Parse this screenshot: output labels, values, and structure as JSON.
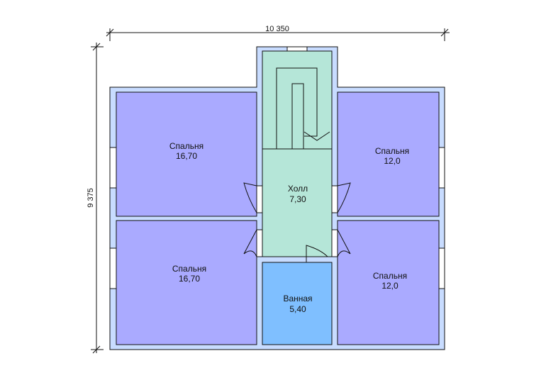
{
  "dimensions": {
    "width_label": "10 350",
    "height_label": "9 375"
  },
  "rooms": [
    {
      "id": "bedroom-top-left",
      "name": "Спальня",
      "area": "16,70",
      "color": "#aaaaff"
    },
    {
      "id": "bedroom-bottom-left",
      "name": "Спальня",
      "area": "16,70",
      "color": "#aaaaff"
    },
    {
      "id": "bedroom-top-right",
      "name": "Спальня",
      "area": "12,0",
      "color": "#aaaaff"
    },
    {
      "id": "bedroom-bottom-right",
      "name": "Спальня",
      "area": "12,0",
      "color": "#aaaaff"
    },
    {
      "id": "hall",
      "name": "Холл",
      "area": "7,30",
      "color": "#b5e6d8"
    },
    {
      "id": "bathroom",
      "name": "Ванная",
      "area": "5,40",
      "color": "#7fbfff"
    }
  ],
  "colors": {
    "wall": "#c8dcff",
    "stair": "#b5e6d8",
    "line": "#111111"
  }
}
